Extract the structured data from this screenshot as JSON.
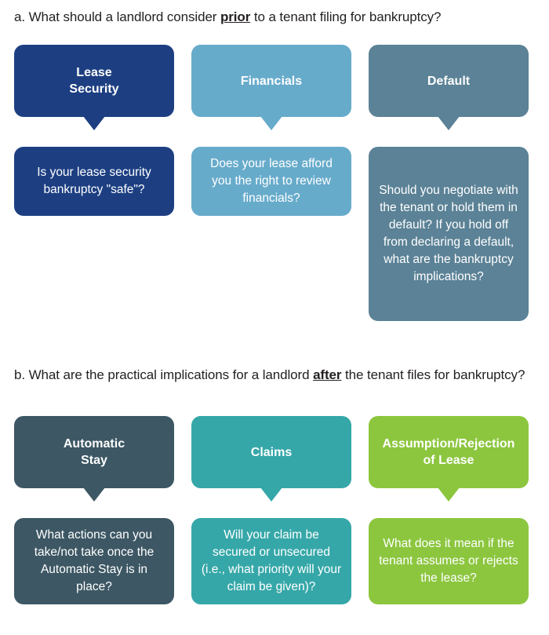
{
  "sections": [
    {
      "id": "a",
      "heading": {
        "prefix": "a. What should a landlord consider ",
        "emphasis": "prior",
        "suffix": " to a tenant filing for bankruptcy?"
      },
      "columns": [
        {
          "header": "Lease\nSecurity",
          "body": "Is your lease security bankruptcy \"safe\"?",
          "color": "#1d3f82"
        },
        {
          "header": "Financials",
          "body": "Does your lease afford you the right to review financials?",
          "color": "#67abcb"
        },
        {
          "header": "Default",
          "body": "Should you negotiate with the tenant or hold them in default? If you hold off from declaring a default, what are the bankruptcy implications?",
          "color": "#5b8296"
        }
      ]
    },
    {
      "id": "b",
      "heading": {
        "prefix": "b. What are the practical implications for a landlord ",
        "emphasis": "after",
        "suffix": " the tenant files for bankruptcy?"
      },
      "columns": [
        {
          "header": "Automatic\nStay",
          "body": "What actions can you take/not take once the Automatic Stay is in place?",
          "color": "#3d5764"
        },
        {
          "header": "Claims",
          "body": "Will your claim be secured or unsecured (i.e., what priority will your claim be given)?",
          "color": "#36a7a8"
        },
        {
          "header": "Assumption/Rejection\nof Lease",
          "body": "What does it mean if the tenant assumes or rejects the lease?",
          "color": "#8cc63f"
        }
      ]
    }
  ]
}
